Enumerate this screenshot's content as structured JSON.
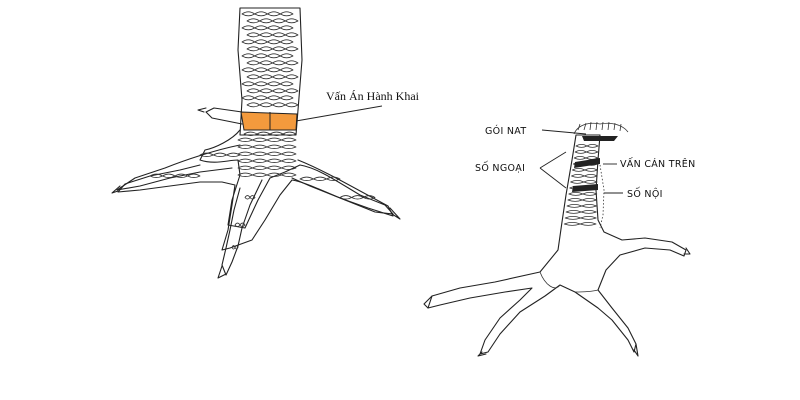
{
  "colors": {
    "highlight": "#F39A3D",
    "ink": "#222222",
    "background": "#FFFFFF"
  },
  "left_figure": {
    "label": "Vấn Án Hành Khai"
  },
  "right_figure": {
    "labels": {
      "goi_nat": "GÓI NAT",
      "so_ngoai": "SỐ NGOẠI",
      "van_can_tren": "VẤN CÁN TRÊN",
      "so_noi": "SỐ NỘI"
    }
  }
}
